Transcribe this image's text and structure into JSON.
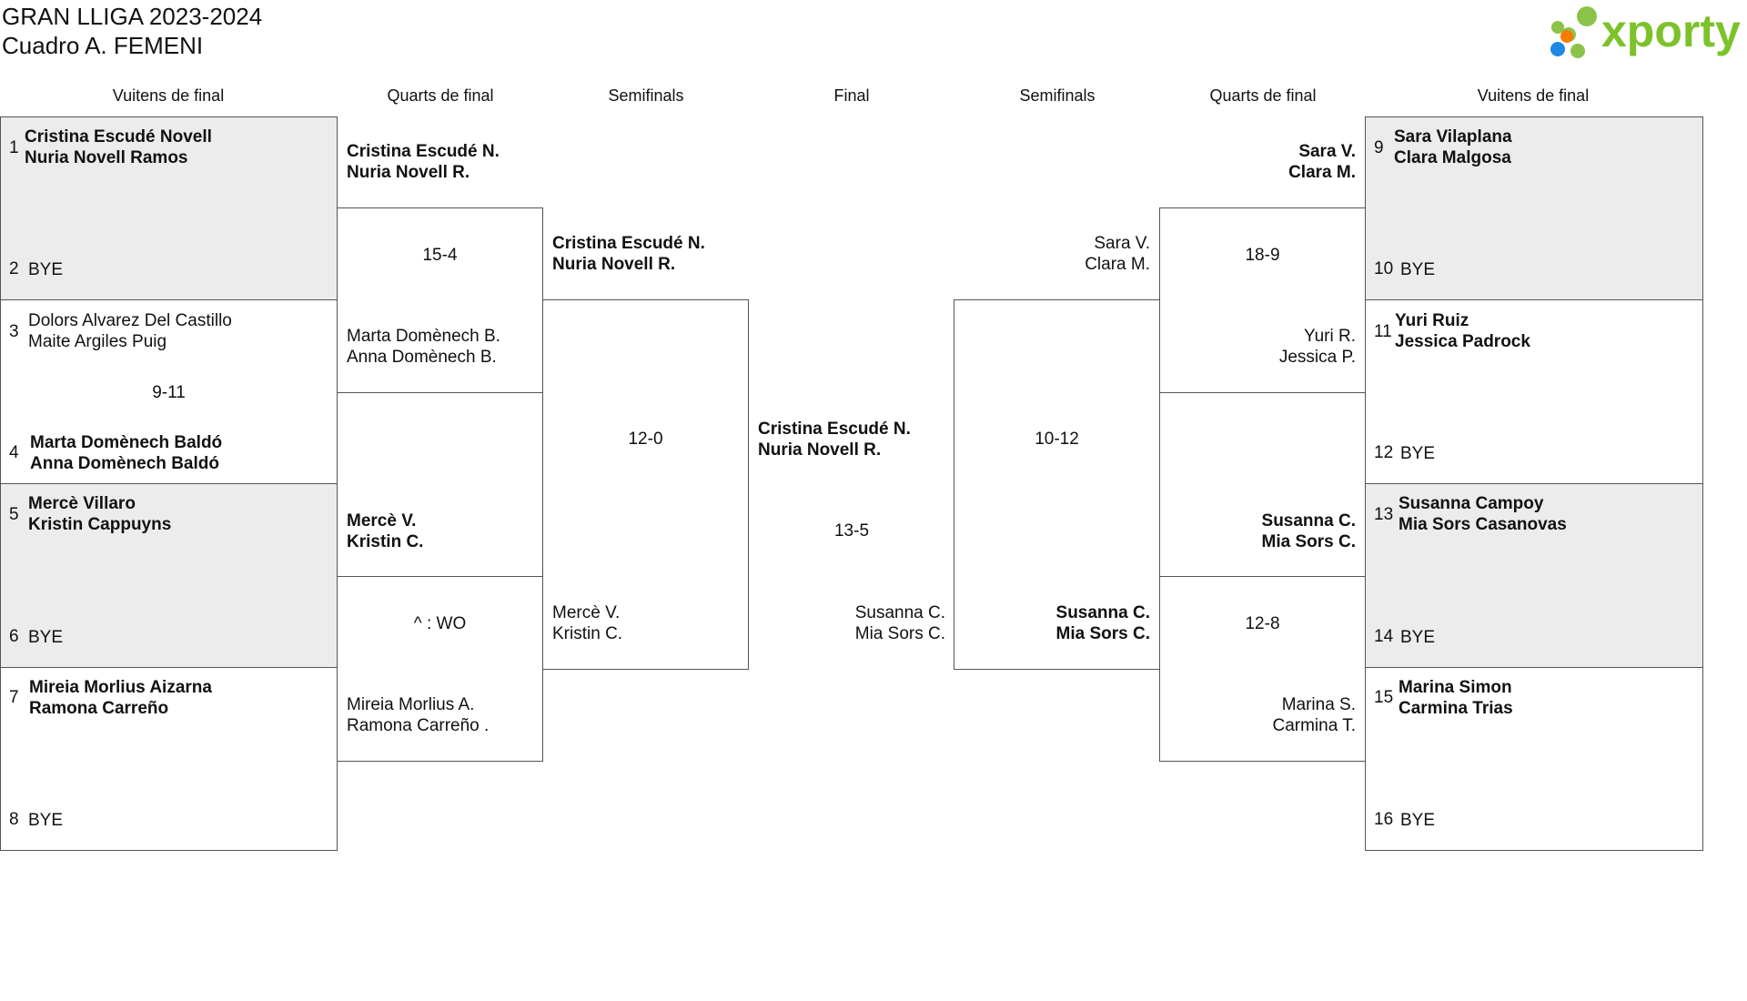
{
  "header": {
    "title_line1": "GRAN LLIGA 2023-2024",
    "title_line2": "Cuadro A. FEMENI",
    "logo_text": "xporty"
  },
  "rounds": {
    "r16_left": "Vuitens de final",
    "qf_left": "Quarts de final",
    "sf_left": "Semifinals",
    "final": "Final",
    "sf_right": "Semifinals",
    "qf_right": "Quarts de final",
    "r16_right": "Vuitens de final"
  },
  "left_r16": [
    {
      "num": "1",
      "p1": "Cristina Escudé Novell",
      "p2": "Nuria Novell Ramos"
    },
    {
      "num": "2",
      "p1": "BYE",
      "p2": ""
    },
    {
      "num": "3",
      "p1": "Dolors Alvarez Del Castillo",
      "p2": "Maite Argiles Puig"
    },
    {
      "num": "4",
      "p1": "Marta Domènech Baldó",
      "p2": "Anna Domènech Baldó"
    },
    {
      "num": "5",
      "p1": "Mercè Villaro",
      "p2": "Kristin Cappuyns"
    },
    {
      "num": "6",
      "p1": "BYE",
      "p2": ""
    },
    {
      "num": "7",
      "p1": "Mireia Morlius Aizarna",
      "p2": "Ramona Carreño"
    },
    {
      "num": "8",
      "p1": "BYE",
      "p2": ""
    }
  ],
  "left_r16_scores": [
    "9-11"
  ],
  "left_qf": [
    {
      "p1": "Cristina Escudé N.",
      "p2": "Nuria Novell R."
    },
    {
      "p1": "Marta Domènech B.",
      "p2": "Anna Domènech B."
    },
    {
      "p1": "Mercè V.",
      "p2": "Kristin C."
    },
    {
      "p1": "Mireia Morlius A.",
      "p2": "Ramona Carreño ."
    }
  ],
  "left_qf_scores": [
    "15-4",
    "^ : WO"
  ],
  "left_sf": [
    {
      "p1": "Cristina Escudé N.",
      "p2": "Nuria Novell R."
    },
    {
      "p1": "Mercè V.",
      "p2": "Kristin C."
    }
  ],
  "left_sf_score": "12-0",
  "final": {
    "p1_line1": "Cristina Escudé N.",
    "p1_line2": "Nuria Novell R.",
    "score": "13-5",
    "p2_line1": "Susanna C.",
    "p2_line2": "Mia Sors C."
  },
  "right_sf": [
    {
      "p1": "Sara V.",
      "p2": "Clara M."
    },
    {
      "p1": "Susanna C.",
      "p2": "Mia Sors C."
    }
  ],
  "right_sf_score": "10-12",
  "right_qf": [
    {
      "p1": "Sara V.",
      "p2": "Clara M."
    },
    {
      "p1": "Yuri R.",
      "p2": "Jessica P."
    },
    {
      "p1": "Susanna C.",
      "p2": "Mia Sors C."
    },
    {
      "p1": "Marina S.",
      "p2": "Carmina T."
    }
  ],
  "right_qf_scores": [
    "18-9",
    "12-8"
  ],
  "right_r16": [
    {
      "num": "9",
      "p1": "Sara Vilaplana",
      "p2": "Clara Malgosa"
    },
    {
      "num": "10",
      "p1": "BYE",
      "p2": ""
    },
    {
      "num": "11",
      "p1": "Yuri Ruiz",
      "p2": "Jessica Padrock"
    },
    {
      "num": "12",
      "p1": "BYE",
      "p2": ""
    },
    {
      "num": "13",
      "p1": "Susanna Campoy",
      "p2": "Mia Sors Casanovas"
    },
    {
      "num": "14",
      "p1": "BYE",
      "p2": ""
    },
    {
      "num": "15",
      "p1": "Marina Simon",
      "p2": "Carmina Trias"
    },
    {
      "num": "16",
      "p1": "BYE",
      "p2": ""
    }
  ]
}
